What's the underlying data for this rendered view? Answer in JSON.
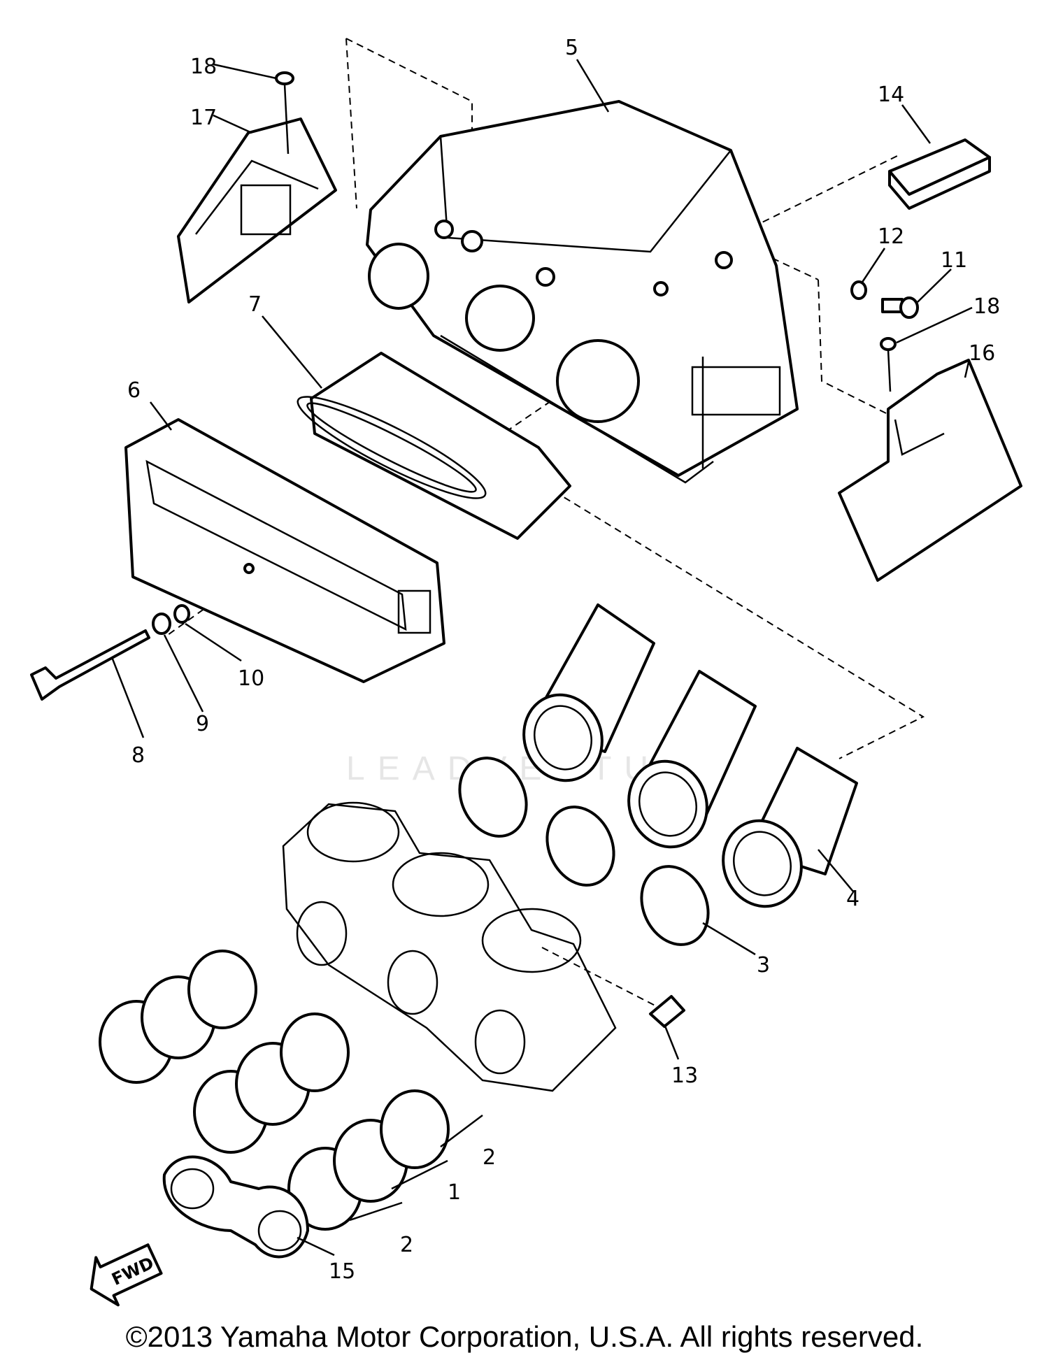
{
  "callouts": [
    {
      "label": "1"
    },
    {
      "label": "2"
    },
    {
      "label": "2"
    },
    {
      "label": "3"
    },
    {
      "label": "4"
    },
    {
      "label": "5"
    },
    {
      "label": "6"
    },
    {
      "label": "7"
    },
    {
      "label": "8"
    },
    {
      "label": "9"
    },
    {
      "label": "10"
    },
    {
      "label": "11"
    },
    {
      "label": "12"
    },
    {
      "label": "13"
    },
    {
      "label": "14"
    },
    {
      "label": "15"
    },
    {
      "label": "16"
    },
    {
      "label": "17"
    },
    {
      "label": "18"
    },
    {
      "label": "18"
    }
  ],
  "direction_badge": "FWD",
  "watermark": "LEADVENTURE",
  "copyright": "©2013 Yamaha Motor Corporation, U.S.A. All rights reserved."
}
